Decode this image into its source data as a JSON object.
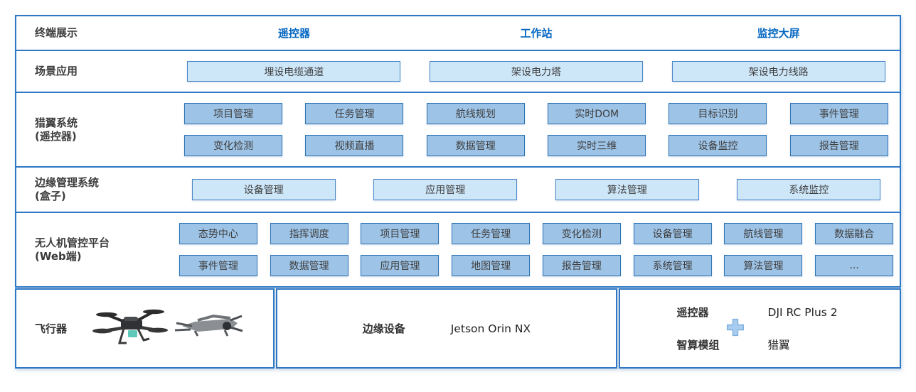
{
  "palette": {
    "box_border": "#2e78c4",
    "header_text_blue": "#0065c1",
    "light_button_bg": "#cde6f8",
    "light_button_border": "#4a86c8",
    "dark_button_bg": "#9dc3e6",
    "dark_button_border": "#2e75b6",
    "label_text": "#3b3b3b"
  },
  "icons": {
    "plus": "plus-icon",
    "drone_left": "matrice-drone-image",
    "drone_right": "mavic-drone-image"
  },
  "rows": {
    "terminal": {
      "label": "终端展示",
      "items": [
        "遥控器",
        "工作站",
        "监控大屏"
      ]
    },
    "scenario": {
      "label": "场景应用",
      "items": [
        "埋设电缆通道",
        "架设电力塔",
        "架设电力线路"
      ]
    },
    "lieyi": {
      "label": "猎翼系统",
      "sublabel": "(遥控器)",
      "row1": [
        "项目管理",
        "任务管理",
        "航线规划",
        "实时DOM",
        "目标识别",
        "事件管理"
      ],
      "row2": [
        "变化检测",
        "视频直播",
        "数据管理",
        "实时三维",
        "设备监控",
        "报告管理"
      ]
    },
    "edge_mgmt": {
      "label": "边缘管理系统",
      "sublabel": "(盒子)",
      "items": [
        "设备管理",
        "应用管理",
        "算法管理",
        "系统监控"
      ]
    },
    "uav_platform": {
      "label": "无人机管控平台",
      "sublabel": "(Web端)",
      "row1": [
        "态势中心",
        "指挥调度",
        "项目管理",
        "任务管理",
        "变化检测",
        "设备管理",
        "航线管理",
        "数据融合"
      ],
      "row2": [
        "事件管理",
        "数据管理",
        "应用管理",
        "地图管理",
        "报告管理",
        "系统管理",
        "算法管理",
        "..."
      ]
    },
    "hardware": {
      "aircraft_label": "飞行器",
      "edge_device_label": "边缘设备",
      "edge_device_value": "Jetson Orin NX",
      "rc_label": "遥控器",
      "rc_value": "DJI RC Plus 2",
      "module_label": "智算模组",
      "module_value": "猎翼"
    }
  }
}
